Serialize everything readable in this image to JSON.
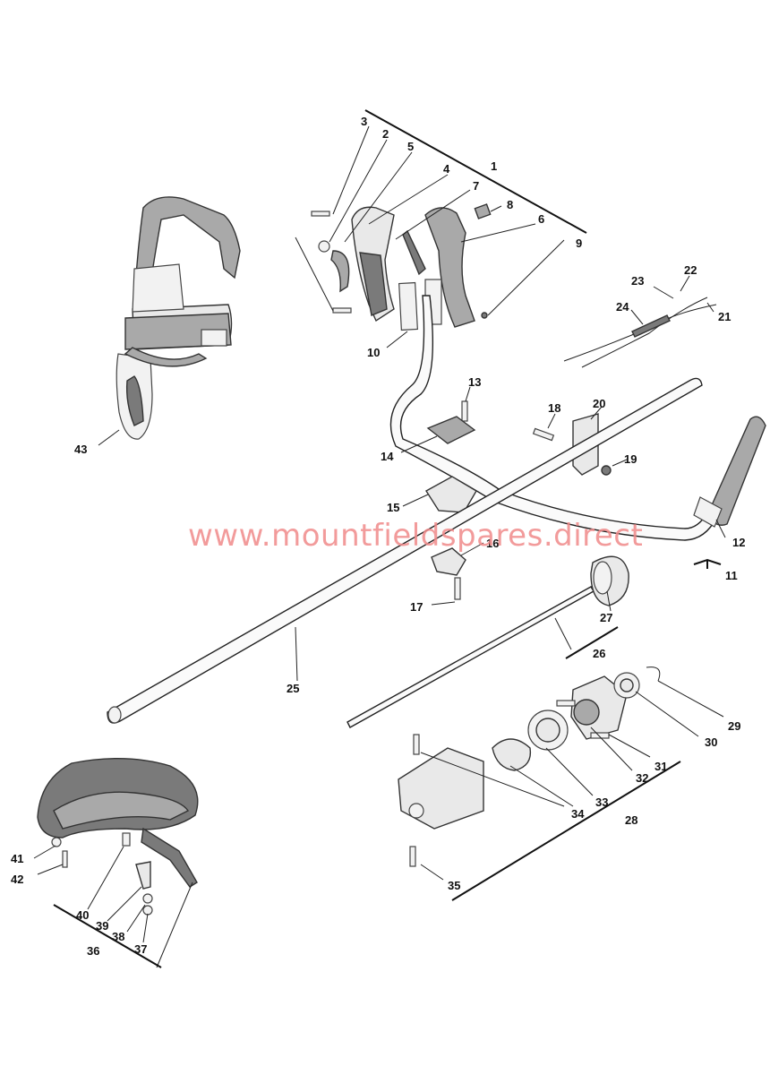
{
  "watermark": "www.mountfieldspares.direct",
  "labels": {
    "p1": "1",
    "p2": "2",
    "p3": "3",
    "p4": "4",
    "p5": "5",
    "p6": "6",
    "p7": "7",
    "p8": "8",
    "p9": "9",
    "p10": "10",
    "p11": "11",
    "p12": "12",
    "p13": "13",
    "p14": "14",
    "p15": "15",
    "p16": "16",
    "p17": "17",
    "p18": "18",
    "p19": "19",
    "p20": "20",
    "p21": "21",
    "p22": "22",
    "p23": "23",
    "p24": "24",
    "p25": "25",
    "p26": "26",
    "p27": "27",
    "p28": "28",
    "p29": "29",
    "p30": "30",
    "p31": "31",
    "p32": "32",
    "p33": "33",
    "p34": "34",
    "p35": "35",
    "p36": "36",
    "p37": "37",
    "p38": "38",
    "p39": "39",
    "p40": "40",
    "p41": "41",
    "p42": "42",
    "p43": "43"
  }
}
